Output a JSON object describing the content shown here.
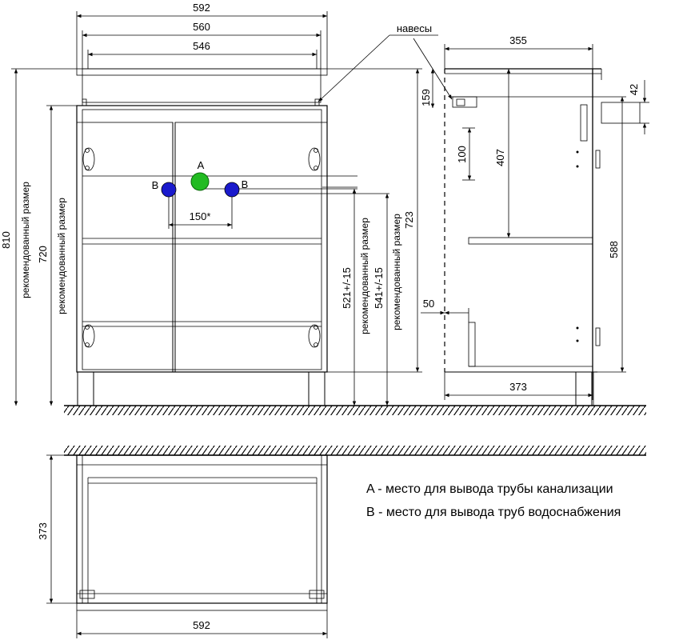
{
  "front_view": {
    "dims": {
      "total_width": "592",
      "inner_width": "560",
      "top_width": "546",
      "height_total": "810",
      "height_720": "720",
      "height_521": "521+/-15",
      "height_541": "541+/-15",
      "height_723": "723",
      "pipe_spacing": "150*"
    },
    "labels": {
      "recommended_size": "рекомендованный размер",
      "point_a": "A",
      "point_b_left": "B",
      "point_b_right": "B"
    }
  },
  "side_view": {
    "hinges_label": "навесы",
    "dims": {
      "top_depth": "355",
      "bottom_depth": "373",
      "h159": "159",
      "h100": "100",
      "h407": "407",
      "h588": "588",
      "h50": "50",
      "h42": "42"
    }
  },
  "plan_view": {
    "dims": {
      "depth": "373",
      "width": "592"
    }
  },
  "legend": {
    "a_text": "A - место для вывода трубы канализации",
    "b_text": "B - место для вывода труб водоснабжения"
  },
  "colors": {
    "point_a": "#22bb22",
    "point_b": "#1a1acc"
  }
}
